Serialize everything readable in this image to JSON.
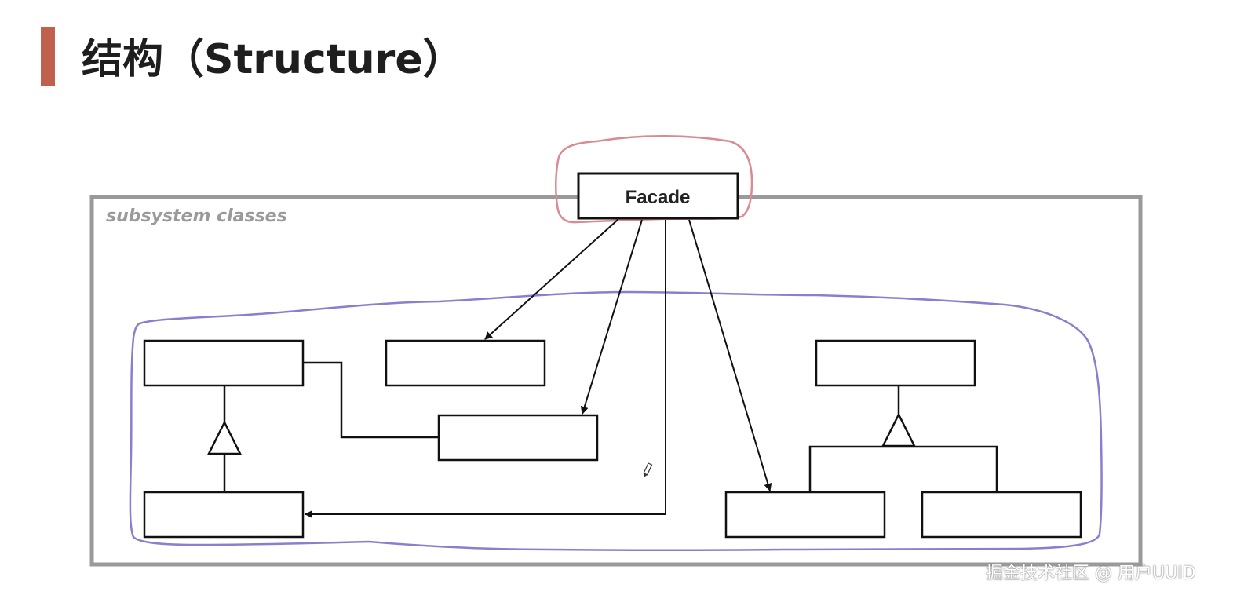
{
  "slide": {
    "title": "结构（Structure）",
    "accent_color": "#c0604e"
  },
  "diagram": {
    "container_label": "subsystem classes",
    "facade_label": "Facade",
    "colors": {
      "frame": "#9a9a9a",
      "box": "#111111",
      "facade_highlight": "#d98a92",
      "subsystem_highlight": "#8a7fcf"
    }
  },
  "watermark": {
    "text": "掘金技术社区 @ 用户UUID"
  }
}
